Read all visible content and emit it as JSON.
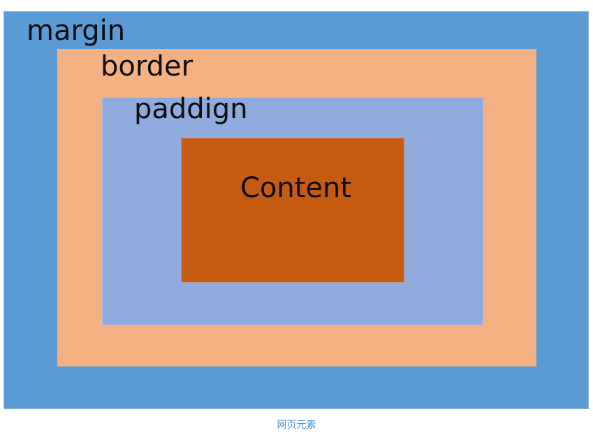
{
  "diagram": {
    "layers": [
      {
        "id": "margin",
        "label": "margin",
        "color": "#5b9bd5"
      },
      {
        "id": "border",
        "label": "border",
        "color": "#f4b183"
      },
      {
        "id": "padding",
        "label": "paddign",
        "color": "#8faadc"
      },
      {
        "id": "content",
        "label": "Content",
        "color": "#c55a11"
      }
    ],
    "caption": "网页元素"
  }
}
